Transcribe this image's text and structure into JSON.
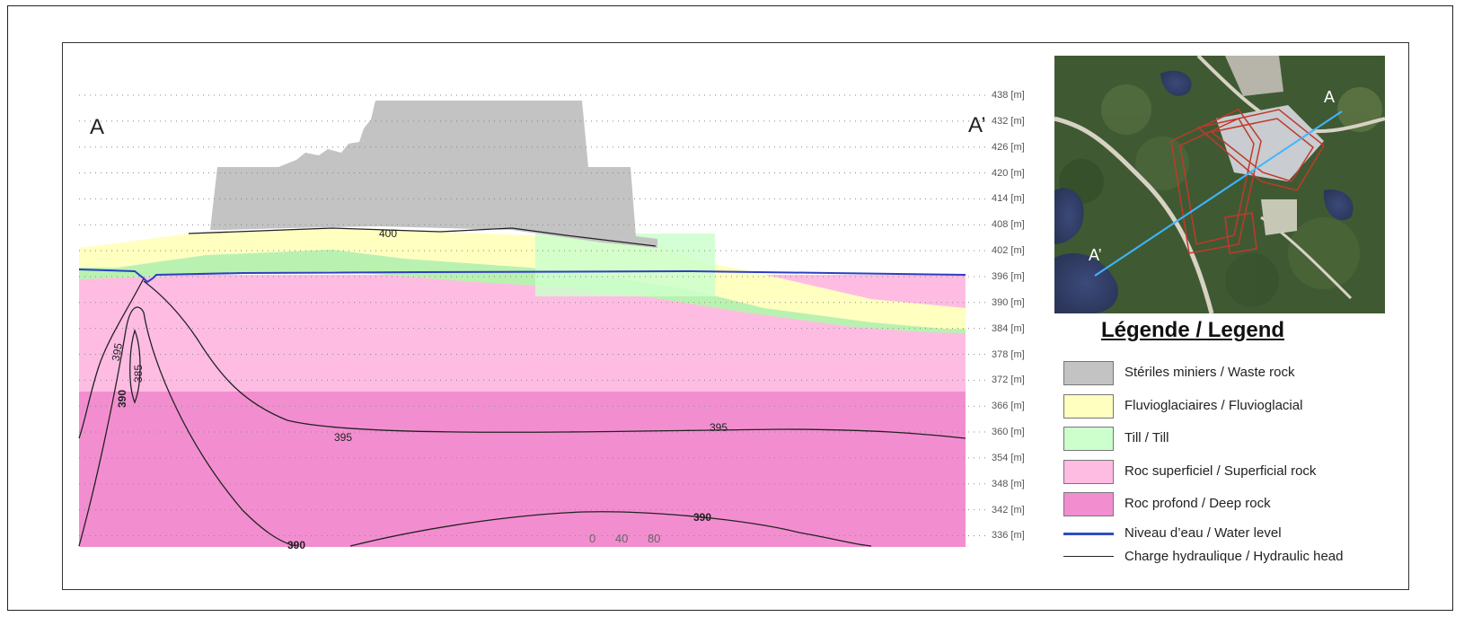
{
  "section": {
    "start_label": "A",
    "end_label": "A’",
    "elevation_ticks": [
      "438 [m]",
      "432 [m]",
      "426 [m]",
      "420 [m]",
      "414 [m]",
      "408 [m]",
      "402 [m]",
      "396 [m]",
      "390 [m]",
      "384 [m]",
      "378 [m]",
      "372 [m]",
      "366 [m]",
      "360 [m]",
      "354 [m]",
      "348 [m]",
      "342 [m]",
      "336 [m]"
    ],
    "contour_labels": [
      "400",
      "395",
      "395",
      "395",
      "385",
      "390",
      "390",
      "390"
    ],
    "scale_bar": [
      "0",
      "40",
      "80"
    ]
  },
  "map": {
    "start_label": "A",
    "end_label": "A’"
  },
  "legend": {
    "title": "Légende / Legend",
    "items": [
      {
        "label": "Stériles miniers / Waste rock",
        "color": "#c3c3c3",
        "kind": "swatch"
      },
      {
        "label": "Fluvioglaciaires / Fluvioglacial",
        "color": "#ffffc0",
        "kind": "swatch"
      },
      {
        "label": "Till / Till",
        "color": "#ccffcc",
        "kind": "swatch"
      },
      {
        "label": "Roc superficiel / Superficial rock",
        "color": "#ffbce3",
        "kind": "swatch"
      },
      {
        "label": "Roc profond  / Deep rock",
        "color": "#f28ed0",
        "kind": "swatch"
      },
      {
        "label": "Niveau d’eau / Water level",
        "color": "#2e4fbf",
        "kind": "line"
      },
      {
        "label": "Charge hydraulique / Hydraulic head",
        "color": "#222222",
        "kind": "line"
      }
    ]
  }
}
